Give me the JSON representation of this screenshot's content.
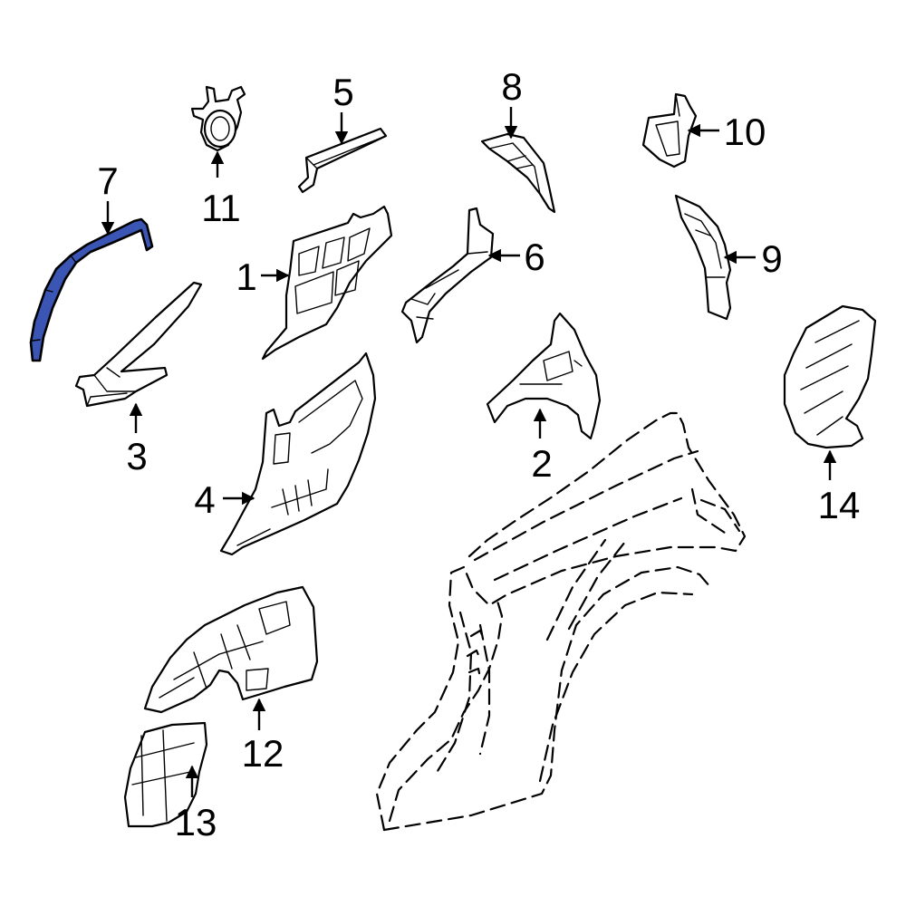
{
  "diagram": {
    "highlight_color": "#3b55b5",
    "highlighted_part": "7",
    "callouts": {
      "c1": "1",
      "c2": "2",
      "c3": "3",
      "c4": "4",
      "c5": "5",
      "c6": "6",
      "c7": "7",
      "c8": "8",
      "c9": "9",
      "c10": "10",
      "c11": "11",
      "c12": "12",
      "c13": "13",
      "c14": "14"
    }
  }
}
